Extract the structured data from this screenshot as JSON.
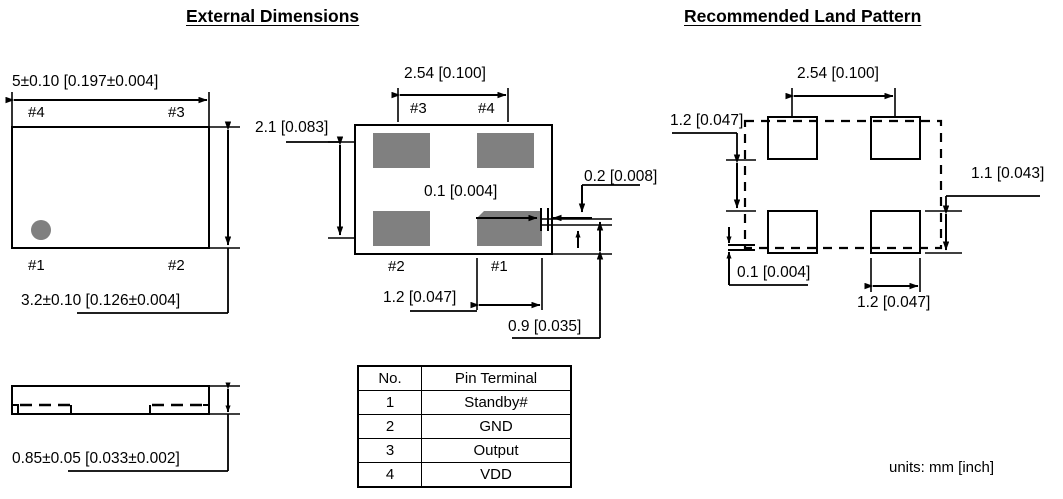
{
  "titles": {
    "left": "External Dimensions",
    "right": "Recommended Land Pattern"
  },
  "units_note": "units:  mm [inch]",
  "external_dimensions": {
    "top_view": {
      "width_dim": "5±0.10 [0.197±0.004]",
      "height_dim": "3.2±0.10 [0.126±0.004]",
      "pin_labels": {
        "tl": "#4",
        "tr": "#3",
        "bl": "#1",
        "br": "#2"
      }
    },
    "side_view": {
      "thickness_dim": "0.85±0.05 [0.033±0.002]"
    },
    "bottom_view": {
      "pad_pitch_dim": "2.54 [0.100]",
      "pad_height_span_dim": "2.1 [0.083]",
      "gap_dim": "0.1 [0.004]",
      "chamfer_dim": "0.2 [0.008]",
      "pad_width_dim": "1.2 [0.047]",
      "pin1_offset_dim": "0.9 [0.035]",
      "pin_labels": {
        "tl": "#3",
        "tr": "#4",
        "bl": "#2",
        "br": "#1"
      }
    }
  },
  "land_pattern": {
    "pitch_dim": "2.54 [0.100]",
    "vertical_gap_dim": "1.2 [0.047]",
    "pad_gap_dim": "0.1 [0.004]",
    "pad_height_dim": "1.1 [0.043]",
    "pad_width_dim": "1.2 [0.047]"
  },
  "pin_table": {
    "headers": [
      "No.",
      "Pin Terminal"
    ],
    "rows": [
      [
        "1",
        "Standby#"
      ],
      [
        "2",
        "GND"
      ],
      [
        "3",
        "Output"
      ],
      [
        "4",
        "VDD"
      ]
    ]
  },
  "colors": {
    "pad_fill": "#808080",
    "line": "#000000",
    "background": "#ffffff"
  }
}
